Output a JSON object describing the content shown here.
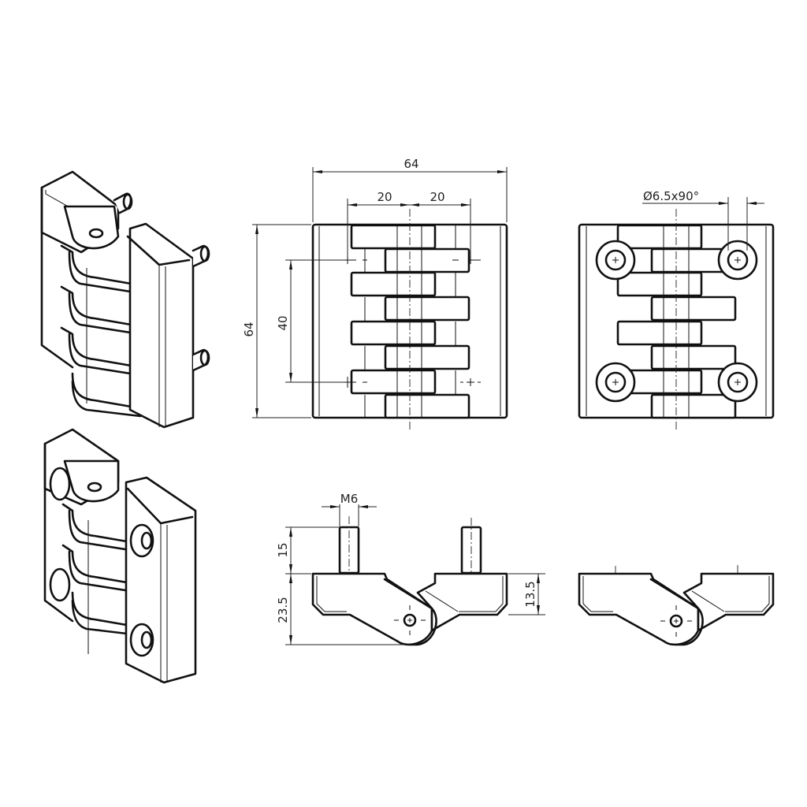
{
  "drawing": {
    "subject": "hinge",
    "background": "#ffffff",
    "line_color": "#111111",
    "views": {
      "iso_top": {
        "label": "isometric view with threaded studs"
      },
      "iso_bottom": {
        "label": "isometric view with countersunk holes"
      },
      "front": {
        "label": "front view with studs"
      },
      "rear": {
        "label": "rear view with countersunk holes"
      },
      "side_studs": {
        "label": "side view with studs"
      },
      "side_holes": {
        "label": "side view with holes"
      }
    },
    "dimensions": {
      "overall_width": "64",
      "stud_offset_left": "20",
      "stud_offset_right": "20",
      "overall_height": "64",
      "stud_spacing": "40",
      "countersink": "Ø6.5x90°",
      "thread": "M6",
      "stud_length": "15",
      "overall_depth": "23.5",
      "leaf_thickness": "13.5"
    }
  }
}
